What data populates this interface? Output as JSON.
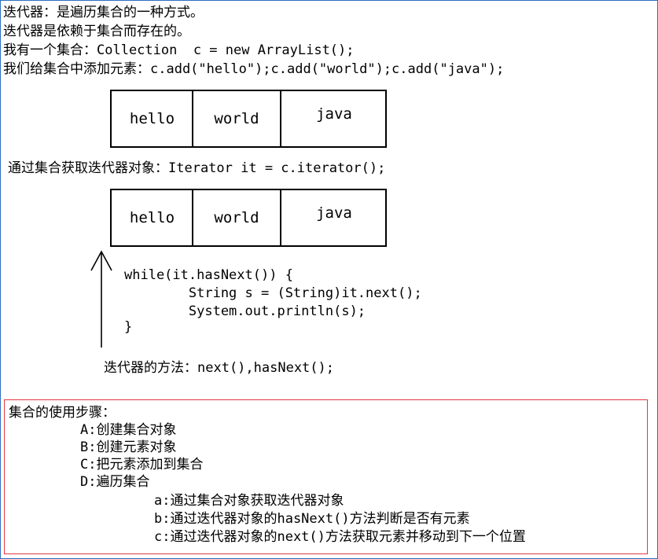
{
  "intro": {
    "line1": "迭代器：是遍历集合的一种方式。",
    "line2": "迭代器是依赖于集合而存在的。",
    "line3": "我有一个集合：Collection  c = new ArrayList();",
    "line4": "我们给集合中添加元素：c.add(\"hello\");c.add(\"world\");c.add(\"java\");"
  },
  "collection_box": {
    "cells": [
      "hello",
      "world",
      "java"
    ]
  },
  "iterator_line": "通过集合获取迭代器对象：Iterator it = c.iterator();",
  "iterator_box": {
    "cells": [
      "hello",
      "world",
      "java"
    ]
  },
  "code": {
    "line1": "while(it.hasNext()) {",
    "line2": "        String s = (String)it.next();",
    "line3": "        System.out.println(s);",
    "line4": "}"
  },
  "methods_line": "迭代器的方法：next(),hasNext();",
  "steps": {
    "title": "集合的使用步骤：",
    "a": "A:创建集合对象",
    "b": "B:创建元素对象",
    "c": "C:把元素添加到集合",
    "d": "D:遍历集合",
    "d_a": "a:通过集合对象获取迭代器对象",
    "d_b": "b:通过迭代器对象的hasNext()方法判断是否有元素",
    "d_c": "c:通过迭代器对象的next()方法获取元素并移动到下一个位置"
  },
  "colors": {
    "frame_border": "#2e6fbf",
    "steps_border": "#e0393e",
    "text": "#000000"
  }
}
